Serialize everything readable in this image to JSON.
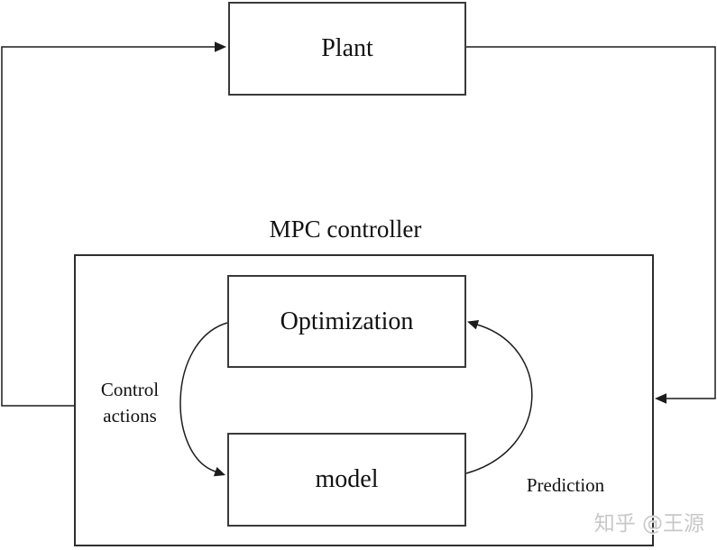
{
  "diagram": {
    "title": "MPC controller",
    "boxes": {
      "plant": {
        "label": "Plant"
      },
      "optimization": {
        "label": "Optimization"
      },
      "model": {
        "label": "model"
      }
    },
    "edge_labels": {
      "control_actions_line1": "Control",
      "control_actions_line2": "actions",
      "prediction": "Prediction"
    },
    "watermark": "知乎 @王源",
    "colors": {
      "line": "#1c1c1c",
      "box_border": "#3a3a3a",
      "text": "#111111",
      "watermark": "#c8c8c8",
      "background": "#ffffff"
    }
  }
}
